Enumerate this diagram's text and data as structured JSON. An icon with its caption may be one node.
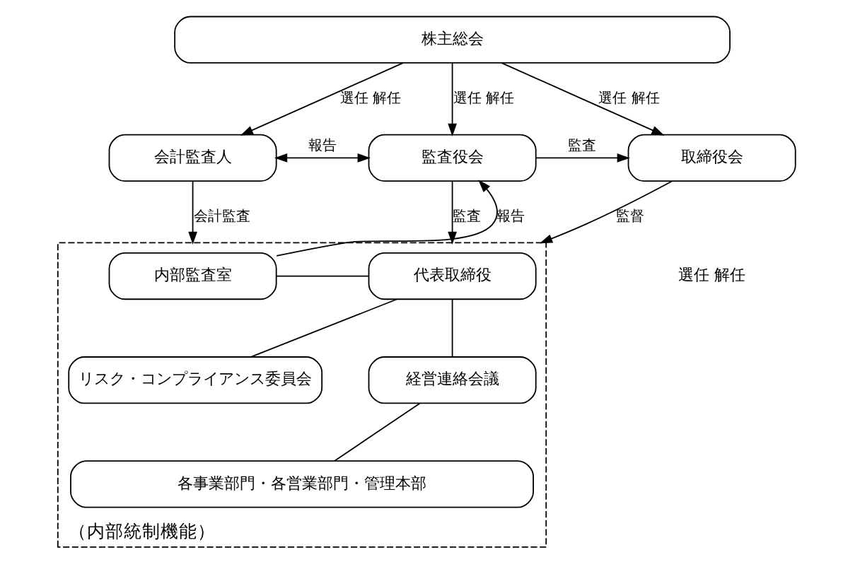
{
  "diagram": {
    "nodes": [
      {
        "text": [
          "株主総会"
        ]
      },
      {
        "text": [
          "会計監査人"
        ]
      },
      {
        "text": [
          "監査役会"
        ]
      },
      {
        "text": [
          "取締役会"
        ]
      },
      {
        "text": [
          "（内部統制機能）"
        ]
      },
      {
        "text": [
          "内部監査室"
        ],
        "in": 4
      },
      {
        "text": [
          "代表取締役"
        ],
        "in": 4
      },
      {
        "text": [
          "リスク・コンプライアンス委員会"
        ],
        "in": 4
      },
      {
        "text": [
          "経営連絡会議"
        ],
        "in": 4
      },
      {
        "text": [
          "各事業部門・各営業部門・管理本部"
        ],
        "in": 4
      }
    ],
    "edges": [
      {
        "from": 0,
        "to": 1,
        "arrow": "to",
        "label": "選任 解任"
      },
      {
        "from": 0,
        "to": 2,
        "arrow": "to",
        "label": "選任 解任"
      },
      {
        "from": 0,
        "to": 3,
        "arrow": "to",
        "label": "選任 解任"
      },
      {
        "from": 1,
        "to": 2,
        "arrow": "both",
        "label": "報告"
      },
      {
        "from": 2,
        "to": 3,
        "arrow": "to",
        "label": "監査"
      },
      {
        "from": 1,
        "to": 4,
        "arrow": "to",
        "label": "会計監査"
      },
      {
        "from": 2,
        "to": 4,
        "arrow": "to",
        "label": "監査"
      },
      {
        "from": 3,
        "to": 4,
        "arrow": "to",
        "label": "監督"
      },
      {
        "from": 5,
        "to": 2,
        "arrow": "to",
        "label": "報告"
      },
      {
        "from": 5,
        "to": 6,
        "arrow": "none"
      },
      {
        "from": 7,
        "to": 6,
        "arrow": "none"
      },
      {
        "from": 6,
        "to": 8,
        "arrow": "none"
      },
      {
        "from": 8,
        "to": 9,
        "arrow": "none"
      }
    ],
    "labels": [
      "選任 解任"
    ]
  }
}
